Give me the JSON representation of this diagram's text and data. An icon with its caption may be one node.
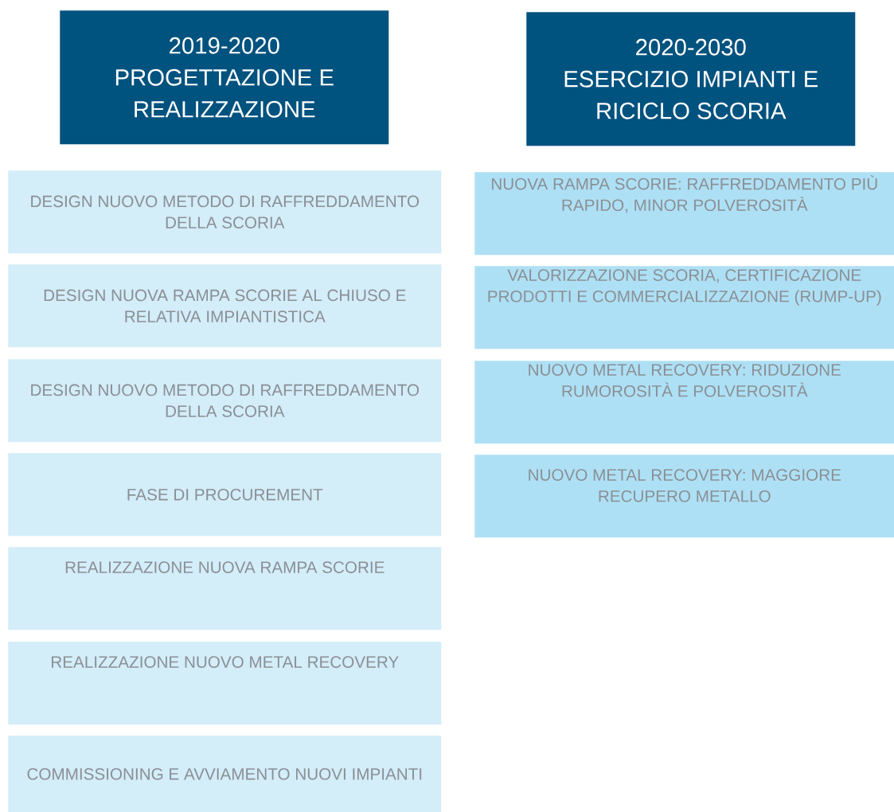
{
  "diagram": {
    "nodes": [
      {
        "text": [
          "2019-2020",
          "PROGETTAZIONE E REALIZZAZIONE"
        ]
      },
      {
        "text": [
          "2020-2030",
          "ESERCIZIO IMPIANTI E RICICLO SCORIA"
        ]
      },
      {
        "text": [
          "DESIGN NUOVO METODO DI RAFFREDDAMENTO DELLA SCORIA"
        ]
      },
      {
        "text": [
          "DESIGN NUOVA RAMPA SCORIE AL CHIUSO E RELATIVA IMPIANTISTICA"
        ]
      },
      {
        "text": [
          "DESIGN NUOVO METODO DI RAFFREDDAMENTO DELLA SCORIA"
        ]
      },
      {
        "text": [
          "FASE DI PROCUREMENT"
        ]
      },
      {
        "text": [
          "REALIZZAZIONE NUOVA RAMPA SCORIE"
        ]
      },
      {
        "text": [
          "REALIZZAZIONE NUOVO METAL RECOVERY"
        ]
      },
      {
        "text": [
          "COMMISSIONING E AVVIAMENTO NUOVI IMPIANTI"
        ]
      },
      {
        "text": [
          "NUOVA RAMPA SCORIE: RAFFREDDAMENTO PIÙ RAPIDO, MINOR POLVEROSITÀ"
        ]
      },
      {
        "text": [
          "VALORIZZAZIONE SCORIA, CERTIFICAZIONE PRODOTTI E COMMERCIALIZZAZIONE (RUMP-UP)"
        ]
      },
      {
        "text": [
          "NUOVO METAL RECOVERY: RIDUZIONE RUMOROSITÀ E POLVEROSITÀ"
        ]
      },
      {
        "text": [
          "NUOVO METAL RECOVERY: MAGGIORE RECUPERO METALLO"
        ]
      }
    ]
  }
}
